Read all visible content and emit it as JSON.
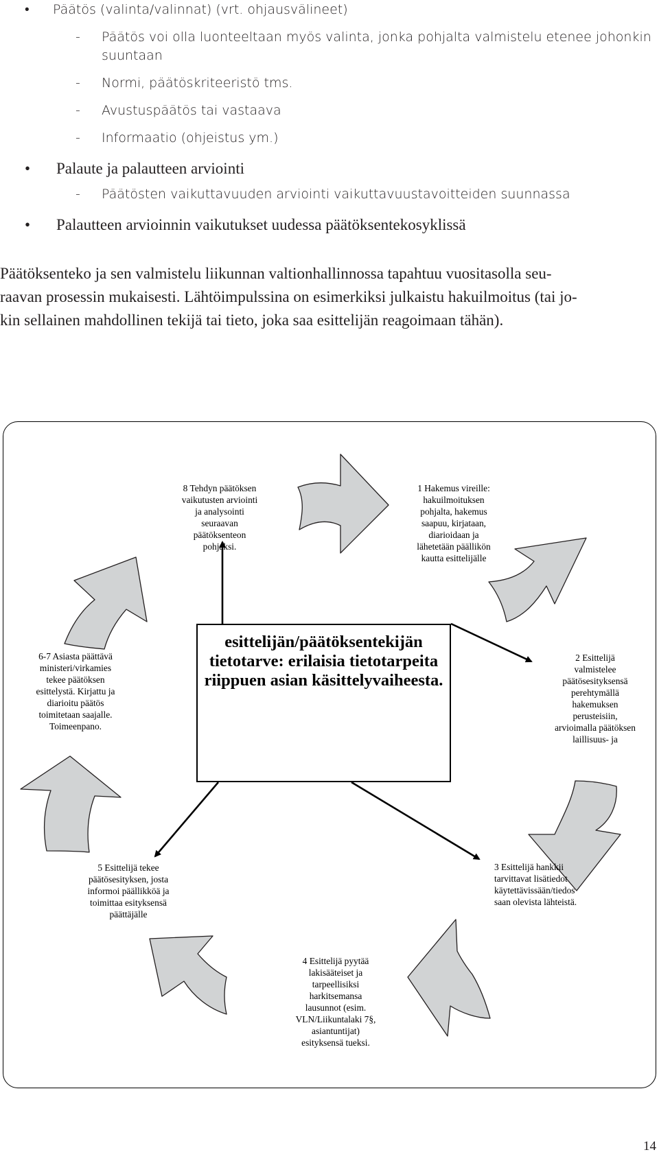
{
  "bullets_top": {
    "item1": "Päätös (valinta/valinnat) (vrt. ohjausvälineet)",
    "item1_sub": [
      "Päätös voi olla luonteeltaan myös valinta, jonka pohjalta valmistelu etenee johonkin",
      "suuntaan",
      "Normi, päätöskriteeristö tms.",
      "Avustuspäätös tai vastaava",
      "Informaatio (ohjeistus ym.)"
    ],
    "item2": "Palaute ja palautteen arviointi",
    "item2_sub": "Päätösten vaikuttavuuden arviointi vaikuttavuustavoitteiden suunnassa",
    "item3": "Palautteen arvioinnin vaikutukset uudessa päätöksentekosyklissä"
  },
  "paragraph": {
    "line1": "Päätöksenteko ja sen valmistelu liikunnan valtionhallinnossa tapahtuu vuositasolla seu-",
    "line2": "raavan prosessin mukaisesti. Lähtöimpulssina on esimerkiksi julkaistu hakuilmoitus (tai jo-",
    "line3": "kin sellainen mahdollinen tekijä tai tieto, joka saa esittelijän reagoimaan tähän)."
  },
  "diagram": {
    "center": "esittelijän/päätöksentekijän tietotarve: erilaisia tietotarpeita riippuen asian käsittelyvaiheesta.",
    "step1": "1 Hakemus vireille:\nhakuilmoituksen\npohjalta, hakemus\nsaapuu, kirjataan,\ndiarioidaan ja\nlähetetään päällikön\nkautta esittelijälle",
    "step2": "2 Esittelijä\nvalmistelee\npäätösesityksensä\nperehtymällä\nhakemuksen\nperusteisiin,\narvioimalla päätöksen\nlaillisuus- ja",
    "step3": "3 Esittelijä hankkii\ntarvittavat lisätiedot\nkäytettävissään/tiedos\nsaan olevista lähteistä.",
    "step4": "4 Esittelijä pyytää\nlakisääteiset ja\ntarpeellisiksi\nharkitsemansa\nlausunnot (esim.\nVLN/Liikuntalaki 7§,\nasiantuntijat)\nesityksensä tueksi.",
    "step5": "5 Esittelijä tekee\npäätösesityksen, josta\ninformoi päällikköä ja\ntoimittaa esityksensä\npäättäjälle",
    "step67": "6-7 Asiasta päättävä\nministeri/virkamies\ntekee päätöksen\nesittelystä. Kirjattu ja\ndiarioitu päätös\ntoimitetaan saajalle.\nToimeenpano.",
    "step8": "8 Tehdyn päätöksen\nvaikutusten arviointi\nja analysointi\nseuraavan\npäätöksenteon\npohjaksi.",
    "arrow_fill": "#d1d3d4"
  },
  "page_number": "14"
}
